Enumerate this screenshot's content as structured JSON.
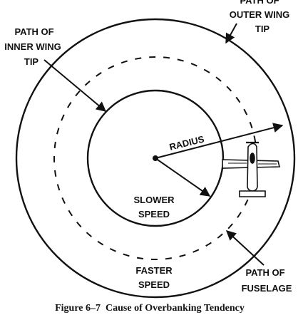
{
  "labels": {
    "outer_path_line1": "PATH OF",
    "outer_path_line2": "OUTER WING",
    "outer_path_line3": "TIP",
    "inner_path_line1": "PATH OF",
    "inner_path_line2": "INNER WING",
    "inner_path_line3": "TIP",
    "radius": "RADIUS",
    "slower_line1": "SLOWER",
    "slower_line2": "SPEED",
    "faster_line1": "FASTER",
    "faster_line2": "SPEED",
    "fuselage_line1": "PATH OF",
    "fuselage_line2": "FUSELAGE"
  },
  "caption": "Figure 6–7  Cause of Overbanking Tendency"
}
